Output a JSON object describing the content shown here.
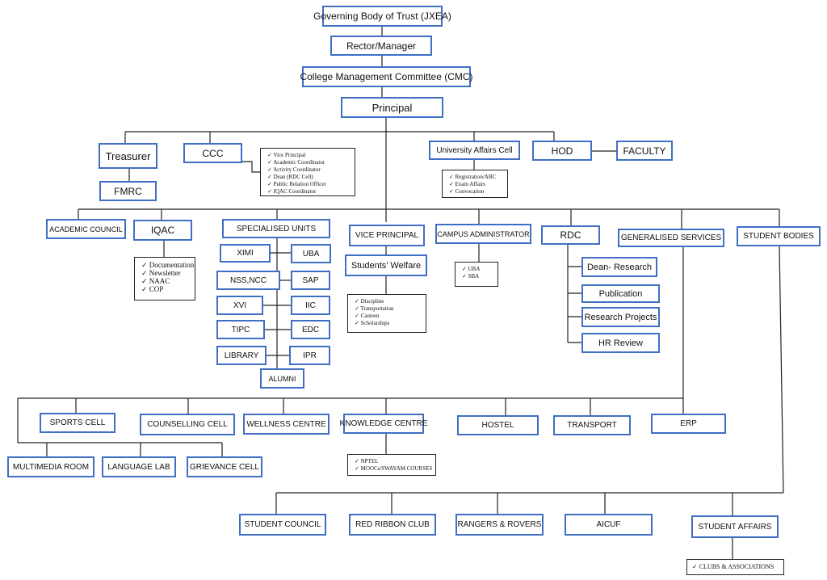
{
  "top": {
    "governing_body": "Governing Body of Trust (JXEA)",
    "rector": "Rector/Manager",
    "cmc": "College Management Committee (CMC)",
    "principal": "Principal"
  },
  "tier2": {
    "treasurer": "Treasurer",
    "fmrc": "FMRC",
    "ccc": "CCC",
    "university_affairs": "University Affairs Cell",
    "hod": "HOD",
    "faculty": "FACULTY"
  },
  "ccc_list": [
    "Vice Principal",
    "Academic Coordinator",
    "Activity Coordinator",
    "Dean (RDC Cell)",
    "Public Relation Officer",
    "IQAC Coordinator"
  ],
  "university_list": [
    "Registration/ABC",
    "Exam Affairs",
    "Convocation"
  ],
  "tier3": {
    "academic_council": "ACADEMIC COUNCIL",
    "iqac": "IQAC",
    "specialised_units": "SPECIALISED UNITS",
    "vice_principal": "VICE PRINCIPAL",
    "students_welfare": "Students’ Welfare",
    "campus_admin": "CAMPUS ADMINISTRATOR",
    "rdc": "RDC",
    "generalised_services": "GENERALISED SERVICES",
    "student_bodies": "STUDENT BODIES"
  },
  "iqac_list": [
    "Documentation",
    "Newsletter",
    "NAAC",
    "COP"
  ],
  "welfare_list": [
    "Discipline",
    "Transportation",
    "Canteen",
    "Scholarships"
  ],
  "campus_list": [
    "UBA",
    "SBA"
  ],
  "specialised": {
    "ximi": "XIMI",
    "uba": "UBA",
    "nss": "NSS,NCC",
    "sap": "SAP",
    "xvi": "XVI",
    "iic": "IIC",
    "tipc": "TIPC",
    "edc": "EDC",
    "library": "LIBRARY",
    "ipr": "IPR",
    "alumni": "ALUMNI"
  },
  "rdc_units": [
    "Dean- Research",
    "Publication",
    "Research Projects",
    "HR Review"
  ],
  "services": {
    "sports": "SPORTS CELL",
    "counselling": "COUNSELLING CELL",
    "wellness": "WELLNESS CENTRE",
    "knowledge": "KNOWLEDGE CENTRE",
    "hostel": "HOSTEL",
    "transport": "TRANSPORT",
    "erp": "ERP",
    "multimedia": "MULTIMEDIA ROOM",
    "language": "LANGUAGE LAB",
    "grievance": "GRIEVANCE CELL"
  },
  "knowledge_list": [
    "NPTEL",
    "MOOCs/SWAYAM COURSES"
  ],
  "student_bodies_units": {
    "council": "STUDENT COUNCIL",
    "red_ribbon": "RED RIBBON CLUB",
    "rangers": "RANGERS & ROVERS",
    "aicuf": "AICUF",
    "affairs": "STUDENT AFFAIRS"
  },
  "affairs_list": [
    "CLUBS & ASSOCIATIONS"
  ]
}
